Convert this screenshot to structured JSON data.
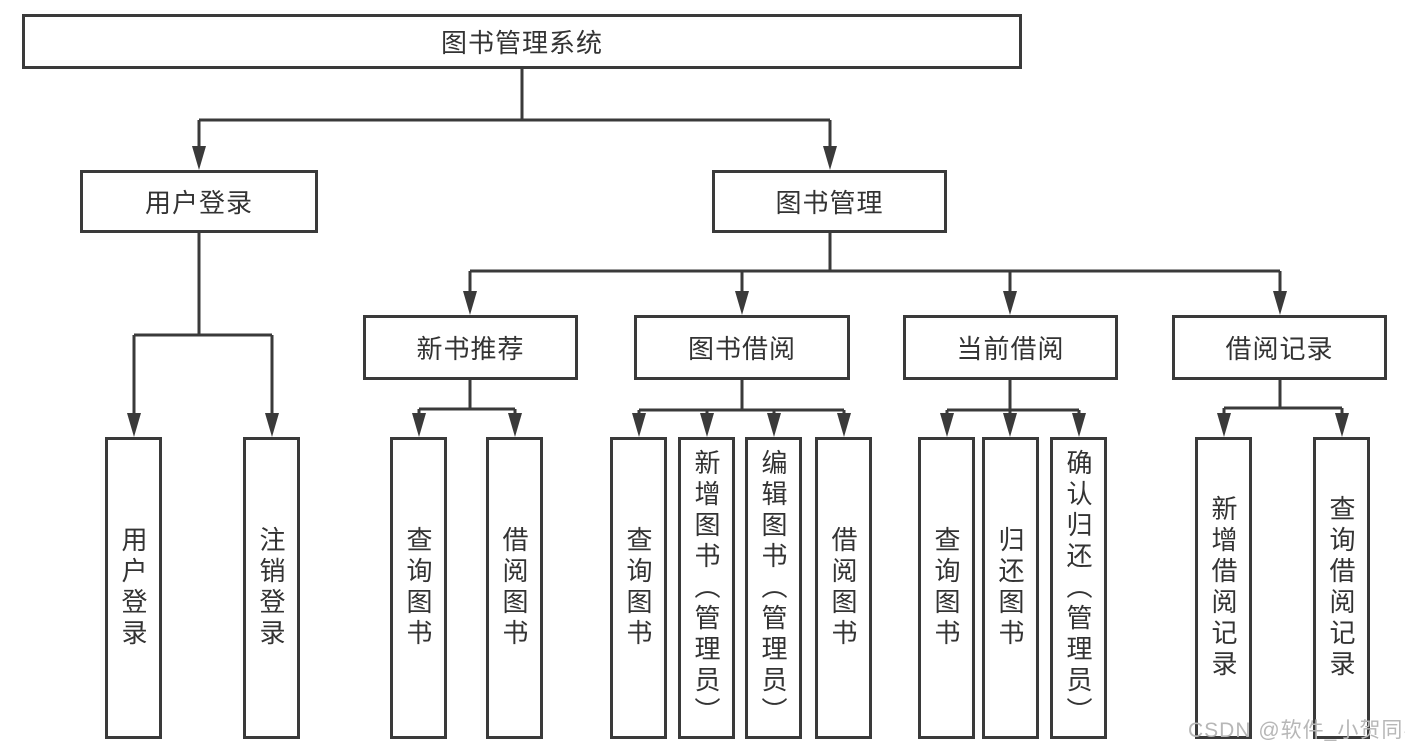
{
  "diagram": {
    "type": "org-tree",
    "root": {
      "label": "图书管理系统",
      "children": [
        {
          "label": "用户登录",
          "children": [
            {
              "label": "用户登录"
            },
            {
              "label": "注销登录"
            }
          ]
        },
        {
          "label": "图书管理",
          "children": [
            {
              "label": "新书推荐",
              "children": [
                {
                  "label": "查询图书"
                },
                {
                  "label": "借阅图书"
                }
              ]
            },
            {
              "label": "图书借阅",
              "children": [
                {
                  "label": "查询图书"
                },
                {
                  "label": "新增图书（管理员）"
                },
                {
                  "label": "编辑图书（管理员）"
                },
                {
                  "label": "借阅图书"
                }
              ]
            },
            {
              "label": "当前借阅",
              "children": [
                {
                  "label": "查询图书"
                },
                {
                  "label": "归还图书"
                },
                {
                  "label": "确认归还（管理员）"
                }
              ]
            },
            {
              "label": "借阅记录",
              "children": [
                {
                  "label": "新增借阅记录"
                },
                {
                  "label": "查询借阅记录"
                }
              ]
            }
          ]
        }
      ]
    },
    "colors": {
      "line": "#3a3a3a",
      "box_border": "#3a3a3a",
      "box_fill": "#ffffff",
      "text": "#333333",
      "watermark": "#b7b7b7",
      "background": "#ffffff"
    }
  },
  "watermark": {
    "text": "CSDN @软件_小贺同学"
  }
}
